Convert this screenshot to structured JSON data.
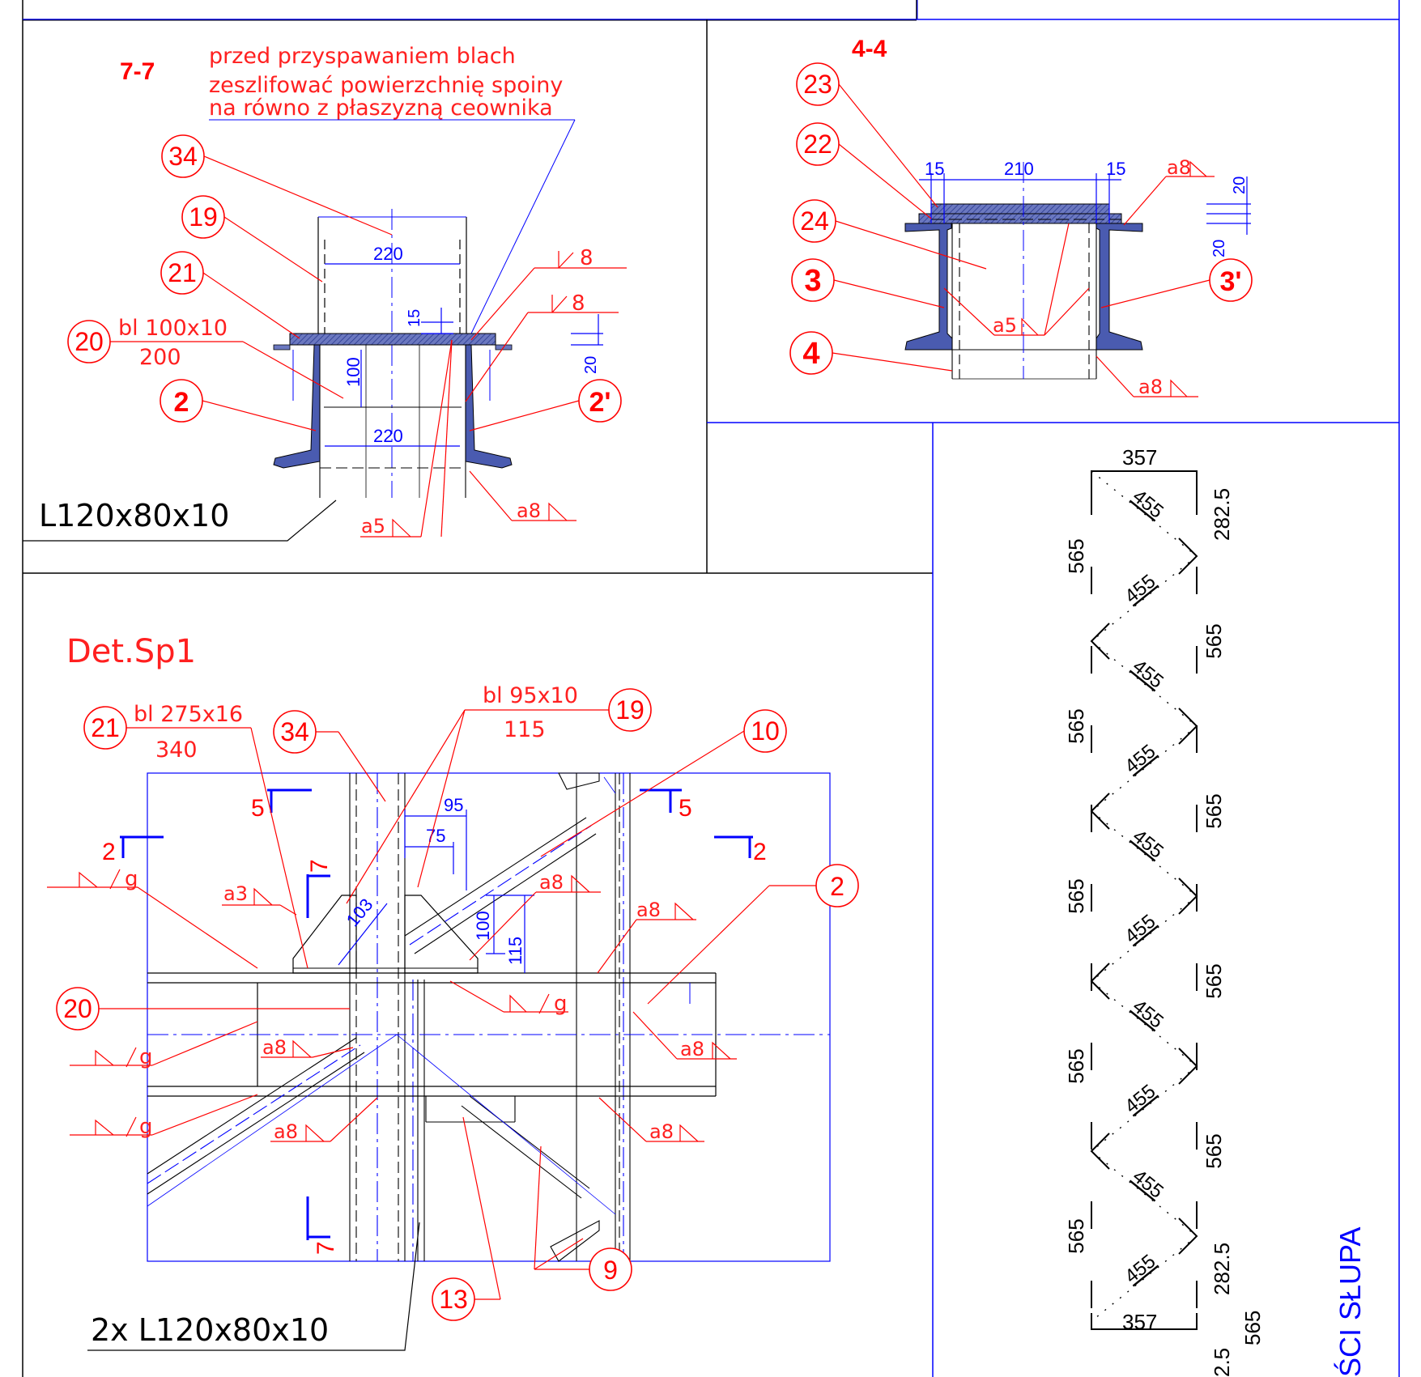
{
  "colors": {
    "frame": "#0000ff",
    "annotation": "#ff0000",
    "dimension": "#0000ff",
    "outline": "#000000",
    "steel": "#4a5bb0"
  },
  "section_7_7": {
    "title": "7-7",
    "note_line1": "przed przyspawaniem blach",
    "note_line2": "zeszlifować powierzchnię spoiny",
    "note_line3": "na równo z płaszyzną ceownika",
    "tags": [
      "34",
      "19",
      "21",
      "20",
      "2",
      "2'"
    ],
    "plate_label_top": "bl 100x10",
    "plate_label_bottom": "200",
    "dims": [
      "220",
      "15",
      "100",
      "220",
      "20"
    ],
    "weld_labels": [
      "8",
      "8",
      "a8",
      "a5"
    ],
    "profile_label": "L120x80x10"
  },
  "section_4_4": {
    "title": "4-4",
    "tags": [
      "23",
      "22",
      "24",
      "3",
      "4",
      "3'"
    ],
    "dims": [
      "15",
      "210",
      "15",
      "20",
      "20"
    ],
    "weld_labels": [
      "a8",
      "a5",
      "a8"
    ]
  },
  "detail_sp1": {
    "title": "Det.Sp1",
    "tags": [
      "21",
      "34",
      "19",
      "10",
      "2",
      "20",
      "13",
      "9"
    ],
    "plate21_top": "bl 275x16",
    "plate21_bottom": "340",
    "plate19_top": "bl 95x10",
    "plate19_bottom": "115",
    "dims": [
      "95",
      "75",
      "103",
      "100",
      "115"
    ],
    "section_marks": [
      "5",
      "5",
      "2",
      "2",
      "7",
      "7"
    ],
    "weld_labels": [
      "g",
      "a3",
      "a8",
      "a8",
      "g",
      "a8",
      "a8",
      "g",
      "g",
      "a8",
      "a8"
    ],
    "profile_label": "2x  L120x80x10"
  },
  "truss": {
    "top": "357",
    "bottom": "357",
    "end_offset": "282.5",
    "panel": "565",
    "diagonal": "455",
    "outer_dim": "565",
    "end_fragment": "2.5",
    "rotated_title_fragment": "ŚCI SŁUPA"
  }
}
